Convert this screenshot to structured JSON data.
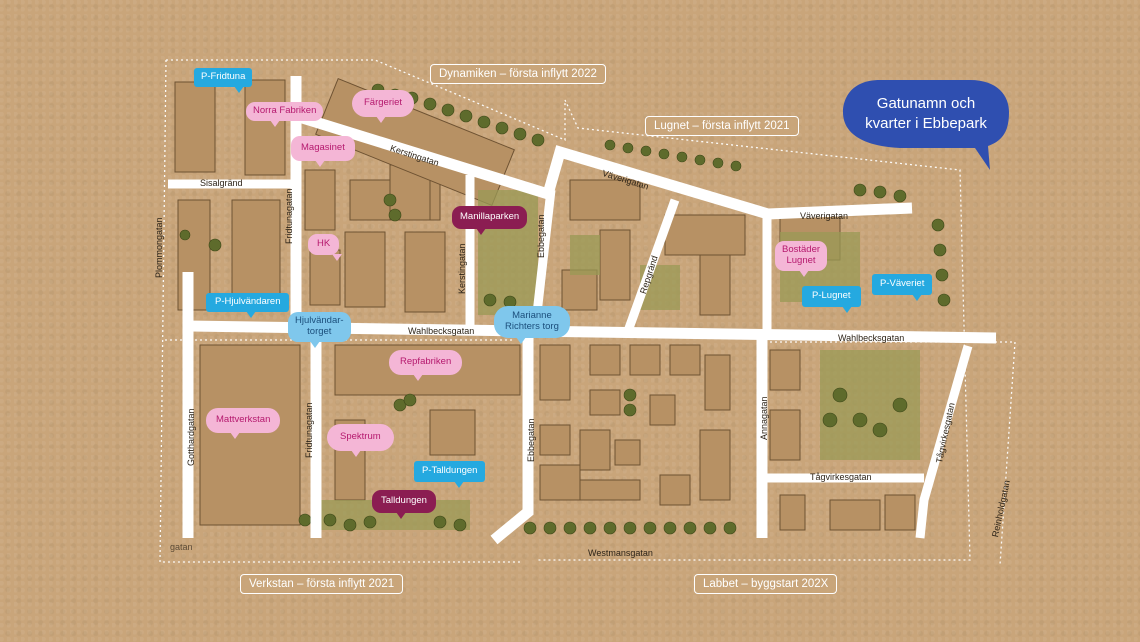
{
  "title": {
    "line1": "Gatunamn  och",
    "line2": "kvarter i Ebbepark"
  },
  "colors": {
    "background": "#c9a57a",
    "street": "#ffffff",
    "title_bubble": "#2f4fb0",
    "quarter_bubble": "#f4b6d6",
    "park_bubble": "#8b1d52",
    "parking_bubble": "#25a9e0",
    "square_bubble": "#7fc7ec"
  },
  "districts": {
    "dynamiken": "Dynamiken – första inflytt 2022",
    "lugnet": "Lugnet – första inflytt 2021",
    "verkstan": "Verkstan – första inflytt 2021",
    "labbet": "Labbet – byggstart 202X"
  },
  "quarters": {
    "norra_fabriken": "Norra Fabriken",
    "fargeriet": "Färgeriet",
    "magasinet": "Magasinet",
    "hk": "HK",
    "bostader_lugnet_1": "Bostäder",
    "bostader_lugnet_2": "Lugnet",
    "repfabriken": "Repfabriken",
    "mattverkstan": "Mattverkstan",
    "spektrum": "Spektrum"
  },
  "parks": {
    "manillaparken": "Manillaparken",
    "talldungen": "Talldungen"
  },
  "parking": {
    "fridtuna": "P-Fridtuna",
    "hjulvandaren": "P-Hjulvändaren",
    "lugnet": "P-Lugnet",
    "vaveriet": "P-Väveriet",
    "talldungen": "P-Talldungen"
  },
  "squares": {
    "hjulvandartorget_1": "Hjulvändar-",
    "hjulvandartorget_2": "torget",
    "marianne_1": "Marianne",
    "marianne_2": "Richters torg"
  },
  "streets": {
    "sisalgrand": "Sisalgränd",
    "kerstingatan_top": "Kerstingatan",
    "kerstingatan_v": "Kerstingatan",
    "vaverigatan_diag": "Väverigatan",
    "vaverigatan_right": "Väverigatan",
    "fridtunagatan_top": "Fridtunagatan",
    "fridtunagatan_bottom": "Fridtunagatan",
    "plommongatan": "Plommongatan",
    "ebbegatan_top": "Ebbegatan",
    "ebbegatan_bottom": "Ebbegatan",
    "repgrand": "Repgränd",
    "wahlbecksgatan_left": "Wahlbecksgatan",
    "wahlbecksgatan_right": "Wahlbecksgatan",
    "gotthardgatan": "Gotthardgatan",
    "annagatan": "Annagatan",
    "tagvirkesgatan_h": "Tågvirkesgatan",
    "tagvirkesgatan_v": "Tågvirkesgatan",
    "westmansgatan": "Westmansgatan",
    "reinholdgatan": "Reinholdgatan",
    "gatan": "gatan"
  }
}
